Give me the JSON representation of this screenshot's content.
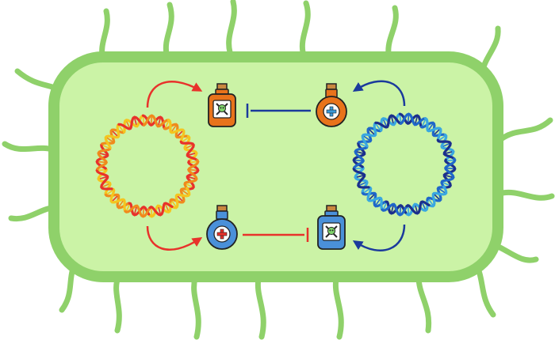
{
  "diagram": {
    "cell": {
      "membrane_color": "#8fd16a",
      "cytoplasm_color": "#cbf3a6"
    },
    "plasmids": [
      {
        "id": "plasmid-a",
        "strand_colors": [
          "#e8322b",
          "#f08a1c",
          "#f4c51f"
        ]
      },
      {
        "id": "plasmid-b",
        "strand_colors": [
          "#1b2f8c",
          "#1f67c9",
          "#39a7e0"
        ]
      }
    ],
    "bottles": [
      {
        "id": "toxin-a",
        "kind": "toxin",
        "shape": "square",
        "color": "#e8731b",
        "symbol": "skull-crossbones-icon"
      },
      {
        "id": "antitoxin-b",
        "kind": "antitoxin",
        "shape": "round",
        "color": "#e8731b",
        "symbol": "plus-icon"
      },
      {
        "id": "antitoxin-a",
        "kind": "antitoxin",
        "shape": "round",
        "color": "#4a90d9",
        "symbol": "plus-icon"
      },
      {
        "id": "toxin-b",
        "kind": "toxin",
        "shape": "square",
        "color": "#4a90d9",
        "symbol": "skull-crossbones-icon"
      }
    ],
    "arrows": [
      {
        "from": "plasmid-a",
        "to": "toxin-a",
        "type": "produces",
        "color": "#e8322b"
      },
      {
        "from": "plasmid-a",
        "to": "antitoxin-a",
        "type": "produces",
        "color": "#e8322b"
      },
      {
        "from": "plasmid-b",
        "to": "antitoxin-b",
        "type": "produces",
        "color": "#1b3a9c"
      },
      {
        "from": "plasmid-b",
        "to": "toxin-b",
        "type": "produces",
        "color": "#1b3a9c"
      }
    ],
    "inhibitions": [
      {
        "from": "antitoxin-b",
        "to": "toxin-a",
        "color": "#1b3a9c"
      },
      {
        "from": "antitoxin-a",
        "to": "toxin-b",
        "color": "#e8322b"
      }
    ]
  }
}
